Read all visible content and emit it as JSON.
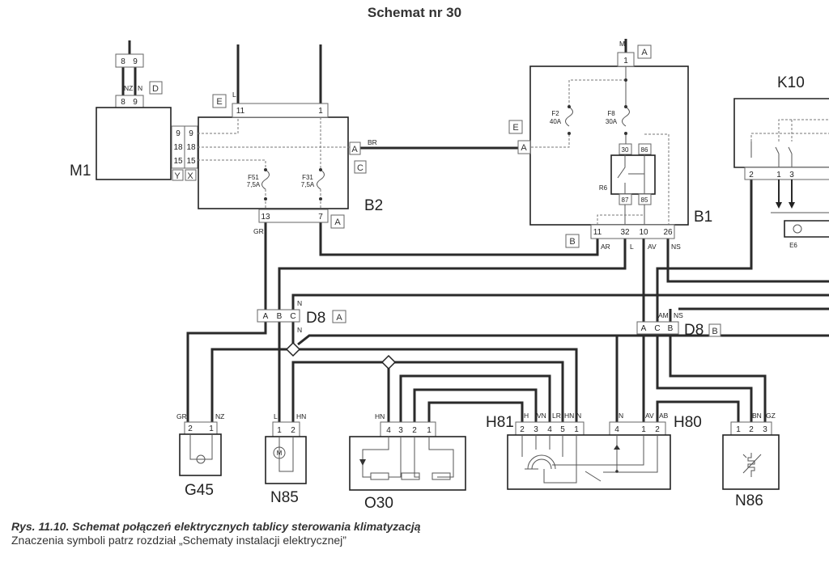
{
  "title": "Schemat nr 30",
  "caption": {
    "figure": "Rys. 11.10. Schemat połączeń elektrycznych tablicy sterowania klimatyzacją",
    "note": "Znaczenia symboli patrz rozdział „Schematy instalacji elektrycznej”"
  },
  "components": {
    "M1": {
      "label": "M1",
      "top_pins": [
        "8",
        "9"
      ],
      "upper_pins": [
        "8",
        "9"
      ],
      "wires": [
        "NZ",
        "N"
      ],
      "tag": "D",
      "side_pins": [
        "9",
        "18",
        "15"
      ],
      "side_tags": [
        "Y",
        "X"
      ]
    },
    "B2": {
      "label": "B2",
      "top_pins": [
        "11",
        "1"
      ],
      "top_tag": "E",
      "wire_top": "L",
      "side_pins": [
        "9",
        "18",
        "15"
      ],
      "right_pin": "A",
      "right_tag": "C",
      "bottom_pins": [
        "13",
        "7"
      ],
      "bottom_tag": "A",
      "bottom_wire": "GR",
      "right_wire": "BR",
      "fuses": [
        {
          "name": "F51",
          "rating": "7,5A"
        },
        {
          "name": "F31",
          "rating": "7,5A"
        }
      ]
    },
    "B1": {
      "label": "B1",
      "top_pin": "1",
      "top_tag": "A",
      "top_wire": "M",
      "left_pin": "A",
      "left_tag": "E",
      "bottom_tag": "B",
      "fuses": [
        {
          "name": "F2",
          "rating": "40A"
        },
        {
          "name": "F8",
          "rating": "30A"
        }
      ],
      "relay": {
        "name": "R6",
        "pins": [
          "30",
          "86",
          "87",
          "85"
        ]
      },
      "bottom_pins": [
        "11",
        "32",
        "10",
        "26"
      ],
      "bottom_wires": [
        "AR",
        "L",
        "AV",
        "NS"
      ]
    },
    "K10": {
      "label": "K10",
      "pins": [
        "2",
        "1",
        "3"
      ]
    },
    "E6": {
      "label": "E6"
    },
    "D8A": {
      "label": "D8",
      "tag": "A",
      "pins": [
        "A",
        "B",
        "C"
      ],
      "wires": [
        "N",
        "N"
      ]
    },
    "D8B": {
      "label": "D8",
      "tag": "B",
      "pins": [
        "A",
        "C",
        "B"
      ],
      "wires": [
        "AM",
        "NS"
      ]
    },
    "G45": {
      "label": "G45",
      "pins": [
        "2",
        "1"
      ],
      "wires": [
        "GR",
        "NZ"
      ]
    },
    "N85": {
      "label": "N85",
      "pins": [
        "1",
        "2"
      ],
      "wires": [
        "L",
        "HN"
      ],
      "motor": "M"
    },
    "O30": {
      "label": "O30",
      "pins": [
        "4",
        "3",
        "2",
        "1"
      ],
      "wires": [
        "HN"
      ]
    },
    "H81": {
      "label": "H81",
      "pins": [
        "2",
        "3",
        "4",
        "5",
        "1"
      ],
      "wires": [
        "H",
        "VN",
        "LR",
        "HN",
        "N"
      ]
    },
    "H80": {
      "label": "H80",
      "pins": [
        "4",
        "1",
        "2"
      ],
      "wires": [
        "N",
        "AV",
        "AB"
      ]
    },
    "N86": {
      "label": "N86",
      "pins": [
        "1",
        "2",
        "3"
      ],
      "wires": [
        "BN",
        "GZ"
      ]
    }
  }
}
